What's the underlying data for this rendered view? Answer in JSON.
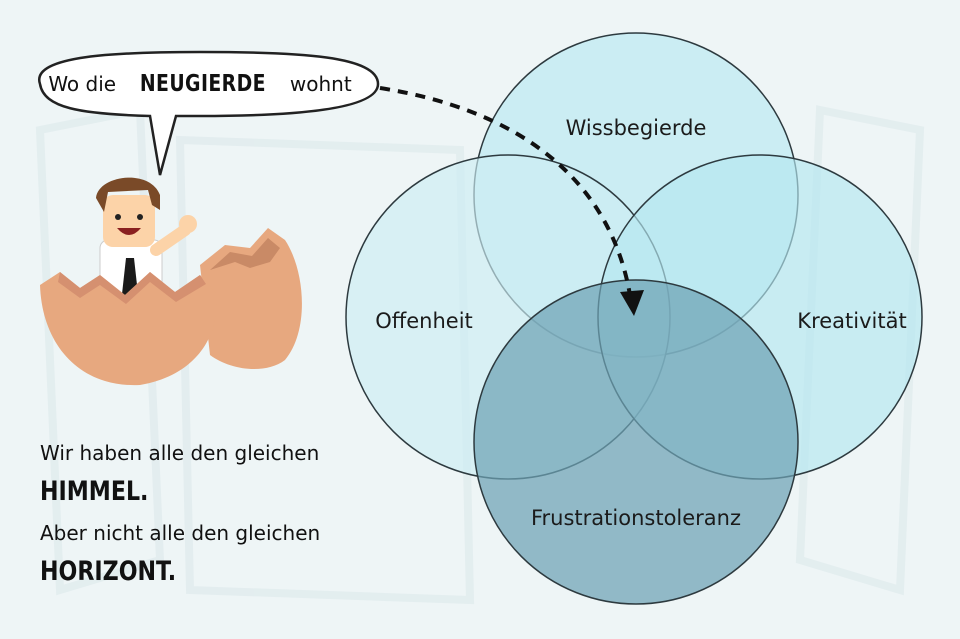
{
  "speech_bubble": {
    "prefix": "Wo die",
    "emphasis": "NEUGIERDE",
    "suffix": "wohnt"
  },
  "venn": {
    "circles": [
      {
        "label": "Wissbegierde",
        "color": "#bfeaf1"
      },
      {
        "label": "Offenheit",
        "color": "#cdecf2"
      },
      {
        "label": "Kreativität",
        "color": "#b3e6ef"
      },
      {
        "label": "Frustrationstoleranz",
        "color": "#6ea2b4"
      }
    ],
    "arrow": "dashed-curve-arrow"
  },
  "quote": {
    "line1": "Wir haben alle den gleichen",
    "word1": "HIMMEL.",
    "line2": "Aber nicht alle den gleichen",
    "word2": "HORIZONT."
  },
  "illustration": {
    "icon": "man-in-eggshell-icon"
  }
}
